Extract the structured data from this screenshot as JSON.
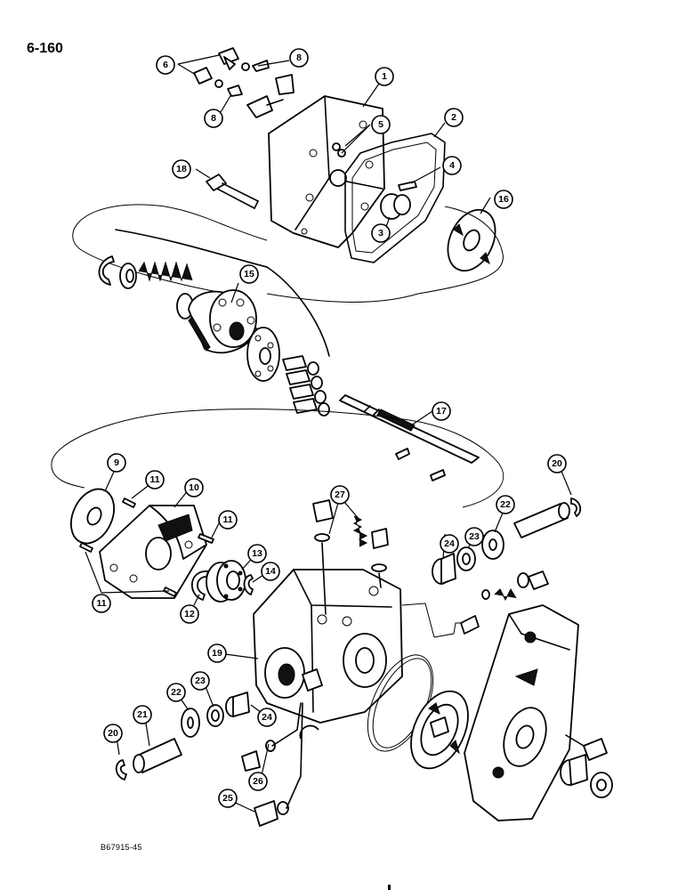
{
  "page_number": "6-160",
  "drawing_code": "B67915-45",
  "callouts": [
    {
      "id": "c1",
      "label": "1"
    },
    {
      "id": "c2",
      "label": "2"
    },
    {
      "id": "c3",
      "label": "3"
    },
    {
      "id": "c4",
      "label": "4"
    },
    {
      "id": "c5",
      "label": "5"
    },
    {
      "id": "c6",
      "label": "6"
    },
    {
      "id": "c8a",
      "label": "8"
    },
    {
      "id": "c8b",
      "label": "8"
    },
    {
      "id": "c9",
      "label": "9"
    },
    {
      "id": "c10",
      "label": "10"
    },
    {
      "id": "c11a",
      "label": "11"
    },
    {
      "id": "c11b",
      "label": "11"
    },
    {
      "id": "c11c",
      "label": "11"
    },
    {
      "id": "c12",
      "label": "12"
    },
    {
      "id": "c13",
      "label": "13"
    },
    {
      "id": "c14",
      "label": "14"
    },
    {
      "id": "c15",
      "label": "15"
    },
    {
      "id": "c16",
      "label": "16"
    },
    {
      "id": "c17",
      "label": "17"
    },
    {
      "id": "c18",
      "label": "18"
    },
    {
      "id": "c19",
      "label": "19"
    },
    {
      "id": "c20a",
      "label": "20"
    },
    {
      "id": "c20b",
      "label": "20"
    },
    {
      "id": "c21",
      "label": "21"
    },
    {
      "id": "c22a",
      "label": "22"
    },
    {
      "id": "c22b",
      "label": "22"
    },
    {
      "id": "c23a",
      "label": "23"
    },
    {
      "id": "c23b",
      "label": "23"
    },
    {
      "id": "c24a",
      "label": "24"
    },
    {
      "id": "c24b",
      "label": "24"
    },
    {
      "id": "c25",
      "label": "25"
    },
    {
      "id": "c26",
      "label": "26"
    },
    {
      "id": "c27",
      "label": "27"
    }
  ]
}
